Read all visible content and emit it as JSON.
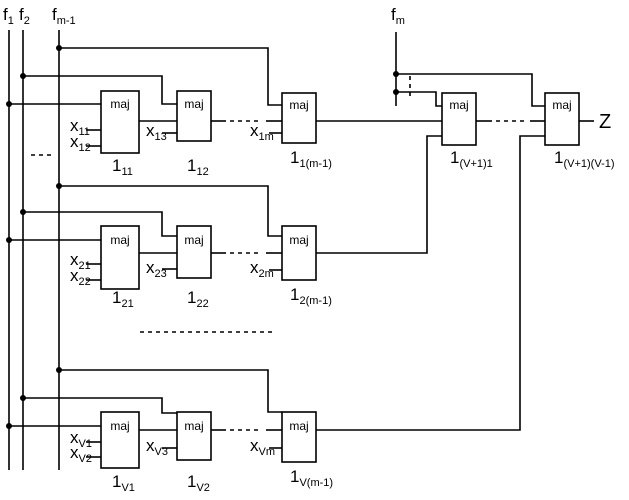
{
  "bus_labels": {
    "f1": {
      "base": "f",
      "sub": "1"
    },
    "f2": {
      "base": "f",
      "sub": "2"
    },
    "fm1": {
      "base": "f",
      "sub": "m-1"
    },
    "fm": {
      "base": "f",
      "sub": "m"
    }
  },
  "gate_text": "maj",
  "output_label": "Z",
  "gate_labels": {
    "g11": {
      "base": "1",
      "sub": "11"
    },
    "g12": {
      "base": "1",
      "sub": "12"
    },
    "g1m1": {
      "base": "1",
      "sub": "1(m-1)"
    },
    "g21": {
      "base": "1",
      "sub": "21"
    },
    "g22": {
      "base": "1",
      "sub": "22"
    },
    "g2m1": {
      "base": "1",
      "sub": "2(m-1)"
    },
    "gv1": {
      "base": "1",
      "sub": "V1"
    },
    "gv2": {
      "base": "1",
      "sub": "V2"
    },
    "gvm1": {
      "base": "1",
      "sub": "V(m-1)"
    },
    "gf1": {
      "base": "1",
      "sub": "(V+1)1"
    },
    "gf2": {
      "base": "1",
      "sub": "(V+1)(V-1)"
    }
  },
  "input_labels": {
    "x11": {
      "base": "x",
      "sub": "11"
    },
    "x12": {
      "base": "x",
      "sub": "12"
    },
    "x13": {
      "base": "x",
      "sub": "13"
    },
    "x1m": {
      "base": "x",
      "sub": "1m"
    },
    "x21": {
      "base": "x",
      "sub": "21"
    },
    "x22": {
      "base": "x",
      "sub": "22"
    },
    "x23": {
      "base": "x",
      "sub": "23"
    },
    "x2m": {
      "base": "x",
      "sub": "2m"
    },
    "xv1": {
      "base": "x",
      "sub": "V1"
    },
    "xv2": {
      "base": "x",
      "sub": "V2"
    },
    "xv3": {
      "base": "x",
      "sub": "V3"
    },
    "xvm": {
      "base": "x",
      "sub": "Vm"
    }
  }
}
